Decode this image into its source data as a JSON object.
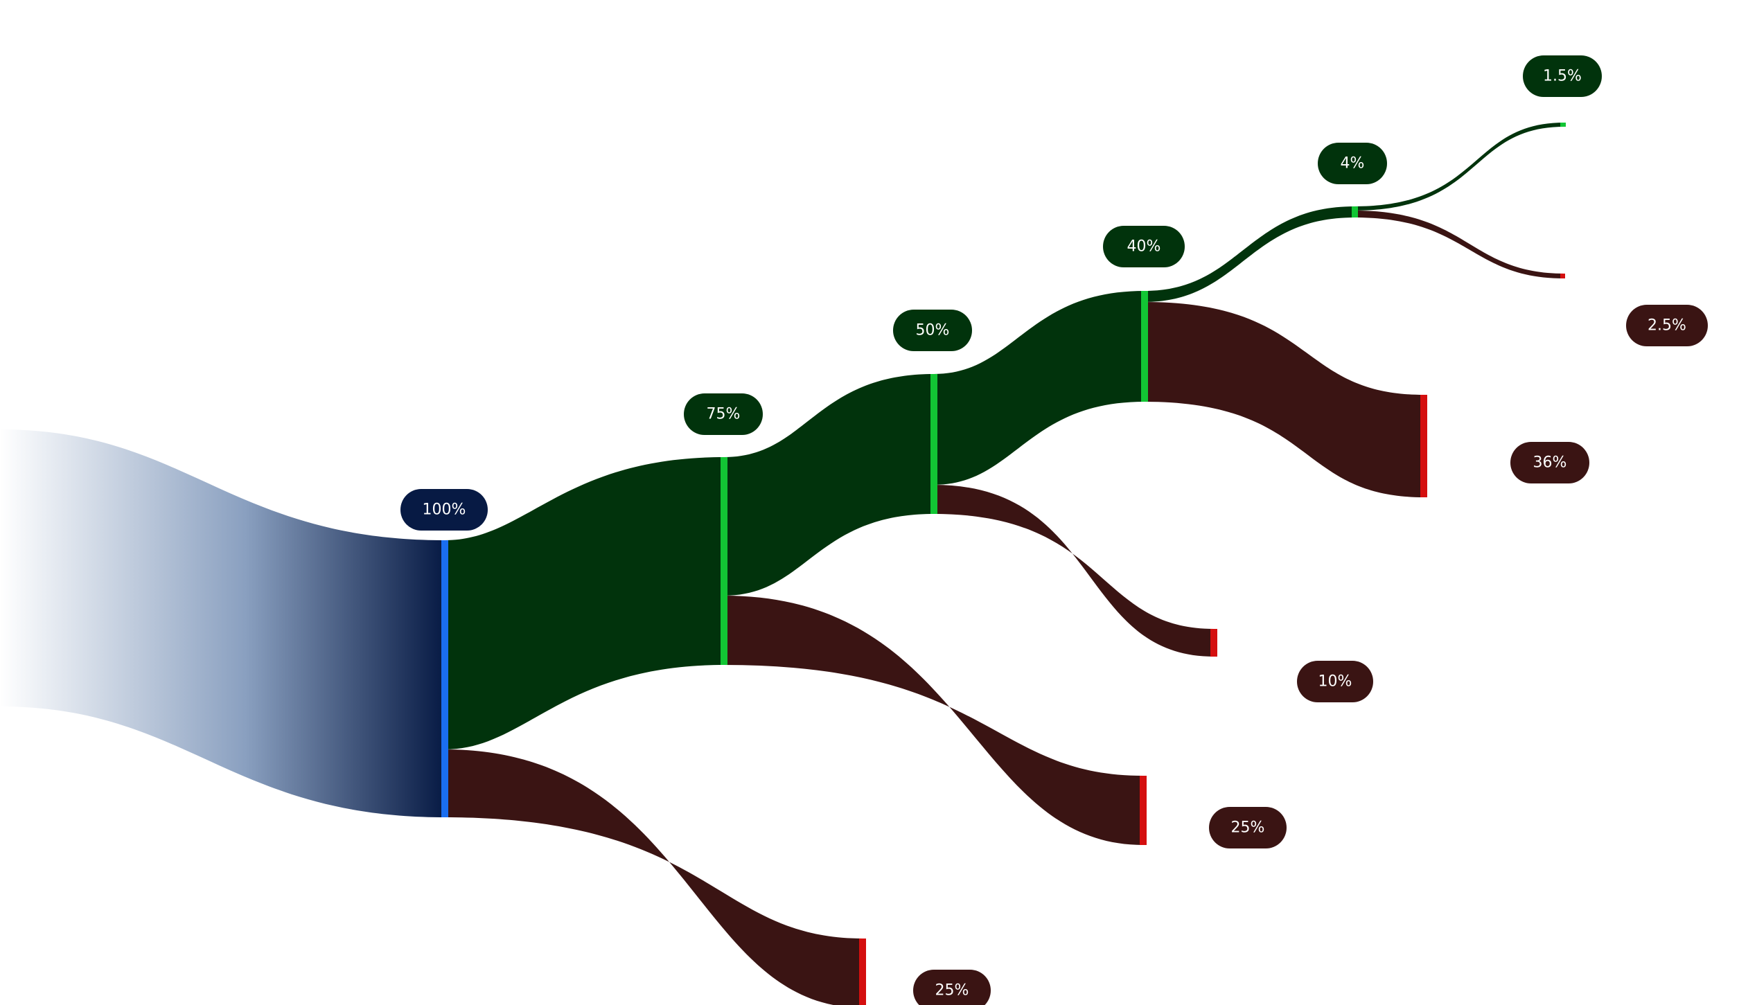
{
  "colors": {
    "source_band_start": "#ffffff",
    "source_band_mid": "#8aa0c0",
    "source_band_end": "#071a44",
    "pass_band": "#01330c",
    "drop_band": "#3a1413",
    "source_bar": "#1a6ef0",
    "pass_bar": "#12c534",
    "drop_bar": "#d40f0f",
    "source_pill": "#071a44",
    "pass_pill": "#01330c",
    "drop_pill": "#3a1413",
    "pill_text": "#ffffff"
  },
  "stages": [
    {
      "label": "100%",
      "kind": "source"
    },
    {
      "label": "75%",
      "kind": "pass"
    },
    {
      "label": "50%",
      "kind": "pass"
    },
    {
      "label": "40%",
      "kind": "pass"
    },
    {
      "label": "4%",
      "kind": "pass"
    },
    {
      "label": "1.5%",
      "kind": "pass"
    }
  ],
  "dropoffs": [
    {
      "label": "25%",
      "kind": "drop"
    },
    {
      "label": "25%",
      "kind": "drop"
    },
    {
      "label": "10%",
      "kind": "drop"
    },
    {
      "label": "36%",
      "kind": "drop"
    },
    {
      "label": "2.5%",
      "kind": "drop"
    }
  ]
}
